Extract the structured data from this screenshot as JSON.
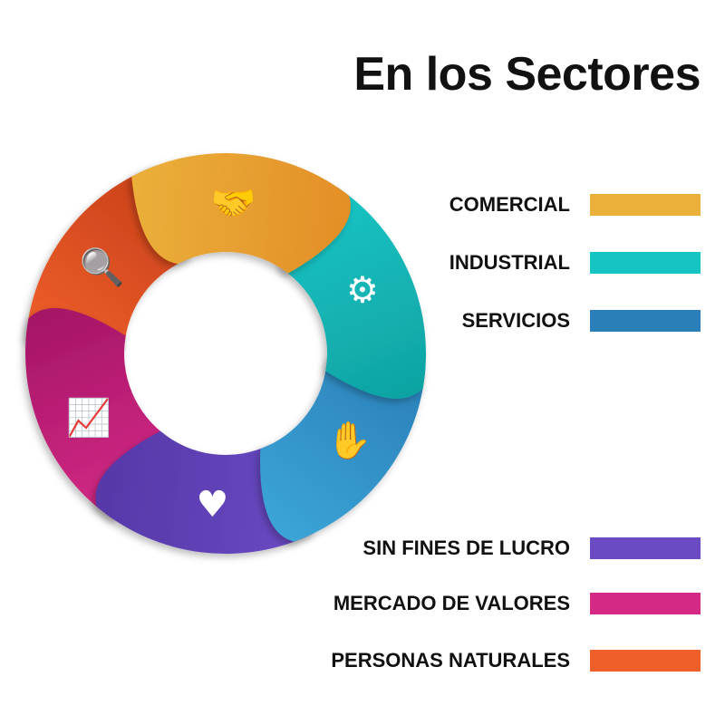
{
  "title": "En los Sectores",
  "sectors": [
    {
      "label": "COMERCIAL",
      "color": "#EBB03A",
      "dark": "#E38F27",
      "icon": "handshake-dollar-icon"
    },
    {
      "label": "INDUSTRIAL",
      "color": "#17C4C4",
      "dark": "#10A3A3",
      "icon": "factory-gear-icon"
    },
    {
      "label": "SERVICIOS",
      "color": "#2A7FB8",
      "dark": "#3BA4D6",
      "icon": "hand-person-icon"
    },
    {
      "label": "SIN FINES DE LUCRO",
      "color": "#6A4BC4",
      "dark": "#5638A8",
      "icon": "heart-hand-icon"
    },
    {
      "label": "MERCADO DE VALORES",
      "color": "#D42A86",
      "dark": "#A51566",
      "icon": "stock-chart-icon"
    },
    {
      "label": "PERSONAS NATURALES",
      "color": "#EE5F2A",
      "dark": "#C9401A",
      "icon": "person-search-icon"
    }
  ]
}
